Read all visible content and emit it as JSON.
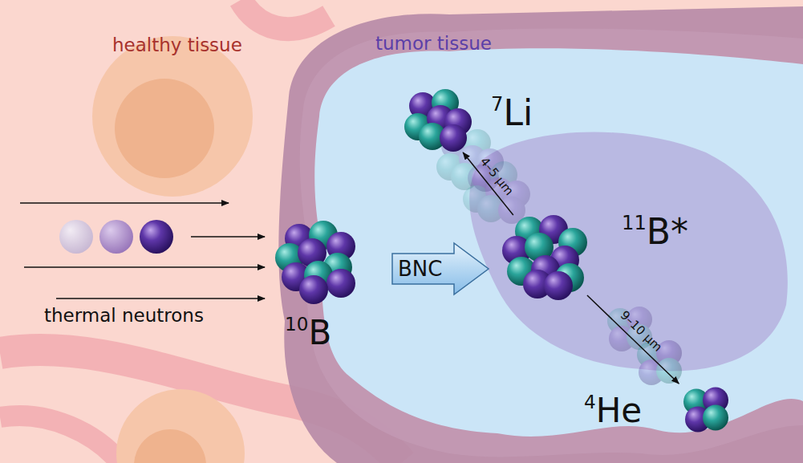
{
  "diagram": {
    "nodes": [
      {
        "text": [
          "tumor tissue"
        ]
      },
      {
        "text": [
          "10B"
        ]
      },
      {
        "text": [
          "BNC"
        ],
        "in": 0
      },
      {
        "text": [
          "11B*"
        ],
        "in": 0
      },
      {
        "text": [
          "7Li"
        ],
        "in": 0
      },
      {
        "text": [
          "4He"
        ],
        "in": 0
      }
    ],
    "edges": [
      {
        "from": 3,
        "to": 4,
        "arrow": "to",
        "label": "4–5 µm"
      },
      {
        "from": 3,
        "to": 5,
        "arrow": "to",
        "label": "9–10 µm"
      }
    ],
    "labels": [
      "healthy tissue",
      "thermal neutrons"
    ]
  }
}
